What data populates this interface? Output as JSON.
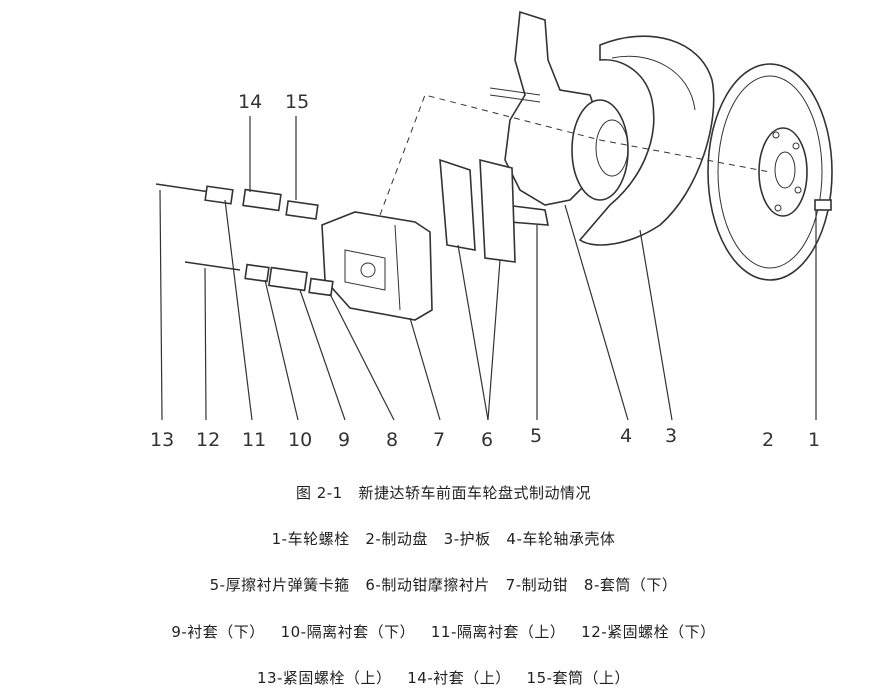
{
  "callouts": [
    "13",
    "12",
    "11",
    "10",
    "9",
    "8",
    "7",
    "6",
    "5",
    "4",
    "3",
    "2",
    "1",
    "14",
    "15"
  ],
  "caption": {
    "title": "图 2-1   新捷达轿车前面车轮盘式制动情况"
  },
  "legend": [
    "1-车轮螺栓   2-制动盘   3-护板   4-车轮轴承壳体",
    "5-厚擦衬片弹簧卡箍   6-制动钳摩擦衬片   7-制动钳   8-套筒（下）",
    "9-衬套（下）   10-隔离衬套（下）   11-隔离衬套（上）   12-紧固螺栓（下）",
    "13-紧固螺栓（上）   14-衬套（上）   15-套筒（上）"
  ]
}
